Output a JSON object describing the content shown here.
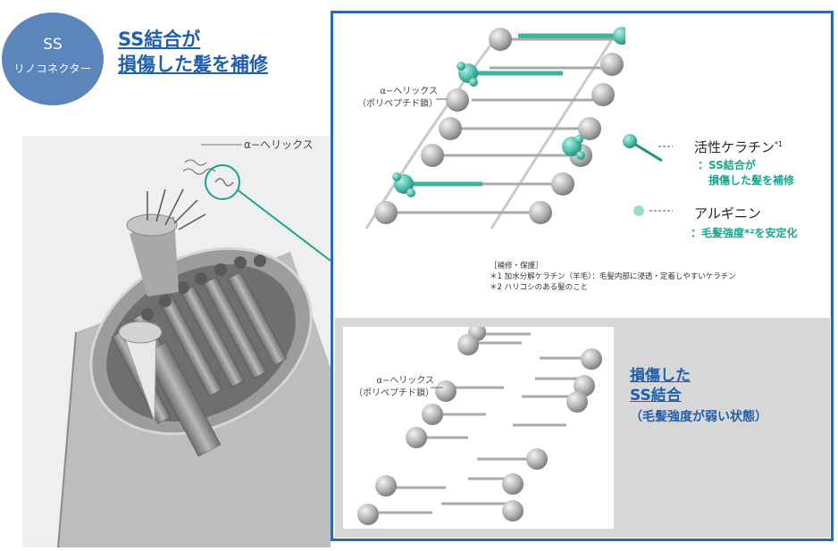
{
  "badge": {
    "line1": "SS",
    "line2": "リノコネクター"
  },
  "headline": {
    "line1": "SS結合が",
    "line2": "損傷した髪を補修"
  },
  "left_illustration": {
    "label": "α−へリックス"
  },
  "repair_diagram": {
    "helix_label_1": "α−へリックス",
    "helix_label_2": "（ポリペプチド鎖）",
    "legend": [
      {
        "name": "活性ケラチン",
        "sup": "*1",
        "desc_1": "：SS結合が",
        "desc_2": "損傷した髪を補修"
      },
      {
        "name": "アルギニン",
        "desc_1": "：毛髪強度*²を安定化"
      }
    ],
    "notes": {
      "header": "［補修・保護］",
      "note1": "＊1 加水分解ケラチン（羊毛）：毛髪内部に浸透・定着しやすいケラチン",
      "note2": "＊2 ハリコシのある髪のこと"
    }
  },
  "damaged_diagram": {
    "helix_label_1": "α−へリックス",
    "helix_label_2": "（ポリペプチド鎖）",
    "title_1": "損傷した",
    "title_2": "SS結合",
    "note": "（毛髪強度が弱い状態）"
  },
  "colors": {
    "badge": "#5b86bb",
    "headline": "#1f5fb0",
    "frame": "#2f6bab",
    "teal": "#19a58c"
  }
}
